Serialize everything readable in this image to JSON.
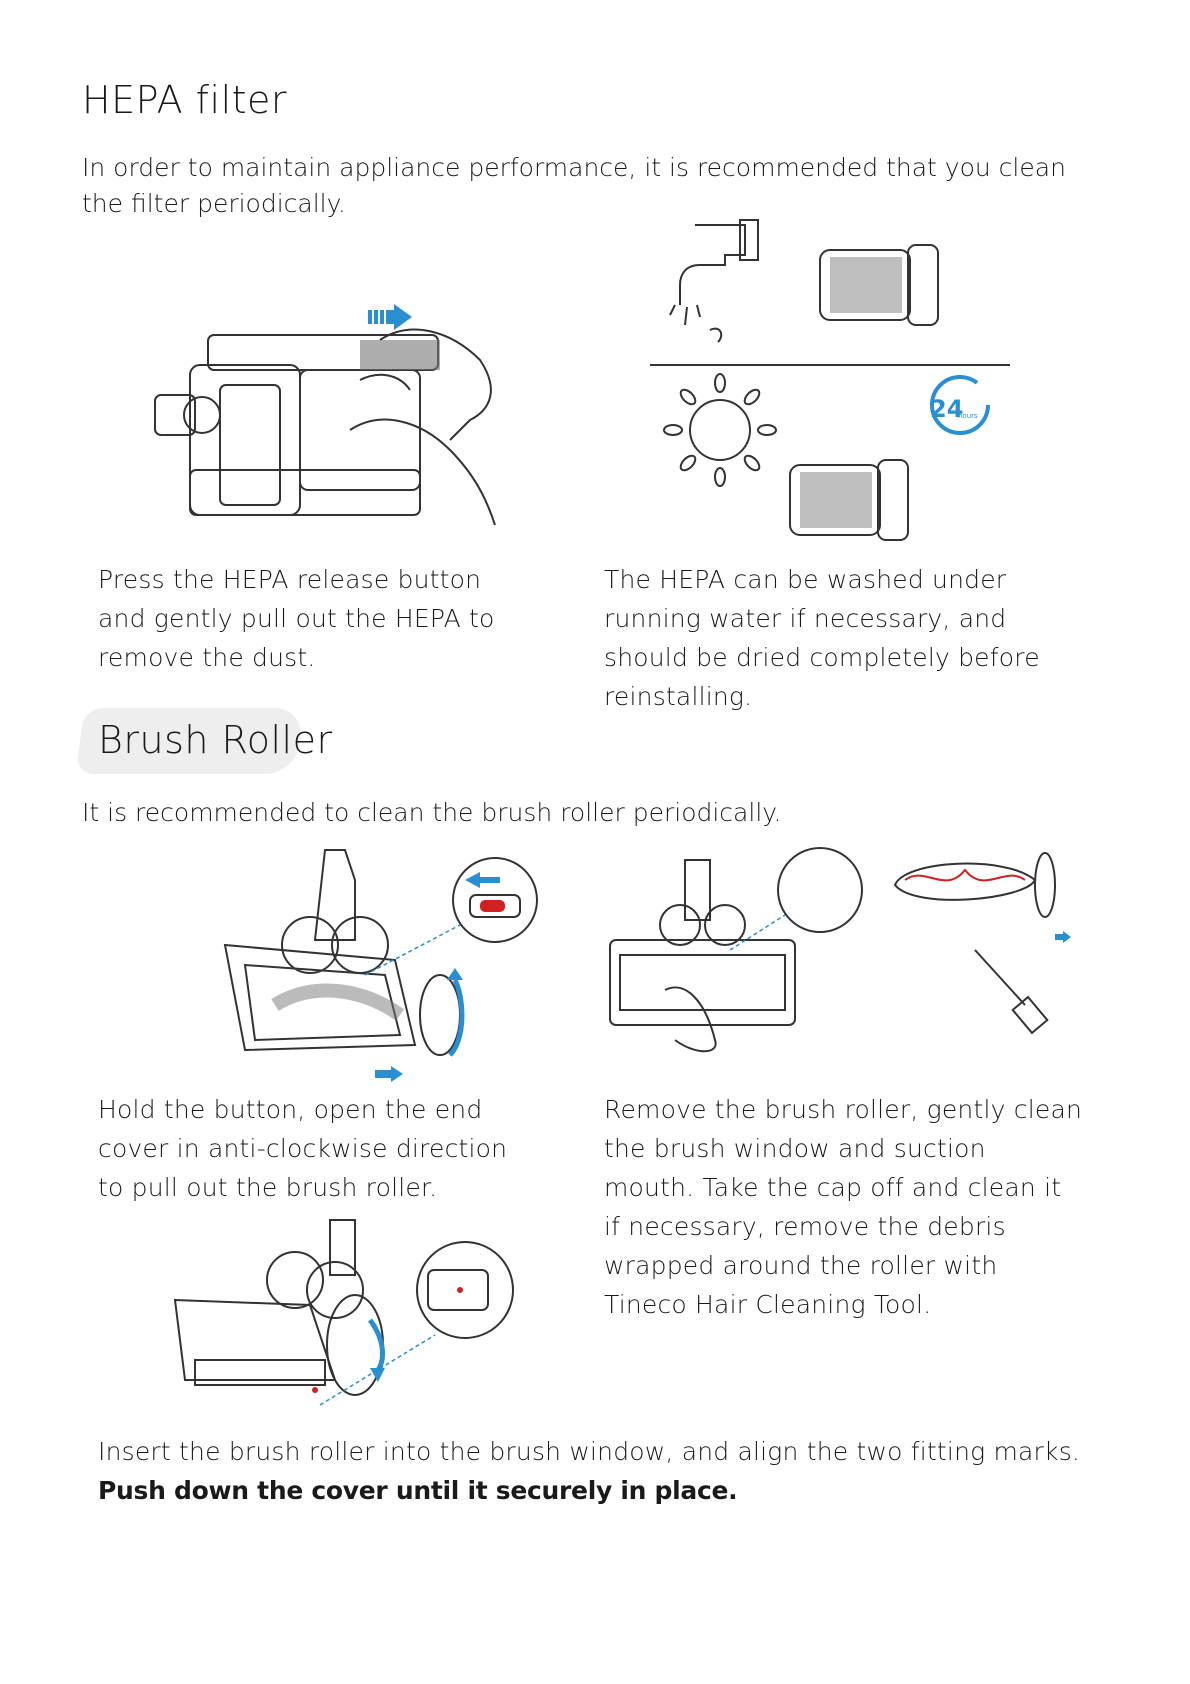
{
  "hepa": {
    "title": "HEPA filter",
    "intro": "In order to maintain appliance performance, it is recommended that you clean the filter periodically.",
    "step1": "Press the HEPA release button and gently pull out the HEPA to remove the dust.",
    "step2": "The HEPA can be washed under running water if necessary, and should be dried completely before reinstalling.",
    "badge": "24",
    "badge_sub": "hours"
  },
  "brush": {
    "title": "Brush Roller",
    "intro": "It is recommended to clean the brush roller periodically.",
    "step1": "Hold the button, open the end cover in anti-clockwise direction to pull out the brush roller.",
    "step2": "Remove the brush roller, gently clean the brush window and suction mouth. Take the cap off and clean it if necessary, remove the debris wrapped around the roller with Tineco Hair Cleaning Tool.",
    "step3_line1": "Insert the brush roller into the brush window, and align the two fitting marks.",
    "step3_line2": "Push down the cover until it securely in place."
  },
  "colors": {
    "accent_blue": "#2a8fd0",
    "accent_red": "#d02020",
    "line": "#333333",
    "tab_bg": "#eeeeee"
  }
}
